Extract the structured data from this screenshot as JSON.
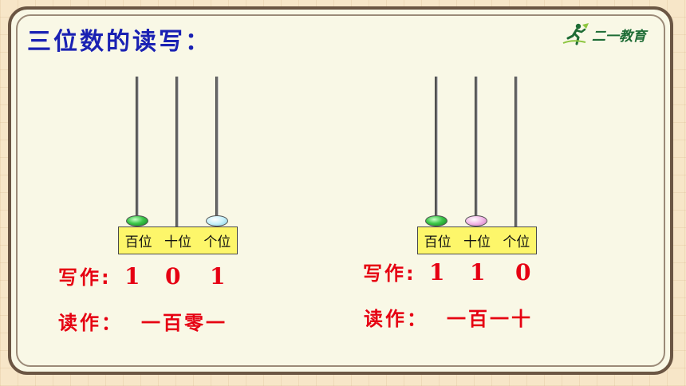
{
  "title": "三位数的读写：",
  "logo": {
    "text": "二一教育",
    "icon": "runner-icon"
  },
  "place_labels": [
    "百位",
    "十位",
    "个位"
  ],
  "bead_colors": {
    "hundreds": "#2fbf3f",
    "tens": "#f1aee4",
    "ones": "#bff0fa"
  },
  "examples": [
    {
      "write_label": "写作:",
      "digits": [
        "1",
        "0",
        "1"
      ],
      "read_label": "读作：",
      "reading": "一百零一",
      "beads": {
        "hundreds": 1,
        "tens": 0,
        "ones": 1
      }
    },
    {
      "write_label": "写作:",
      "digits": [
        "1",
        "1",
        "0"
      ],
      "read_label": "读作：",
      "reading": "一百一十",
      "beads": {
        "hundreds": 1,
        "tens": 1,
        "ones": 0
      }
    }
  ]
}
